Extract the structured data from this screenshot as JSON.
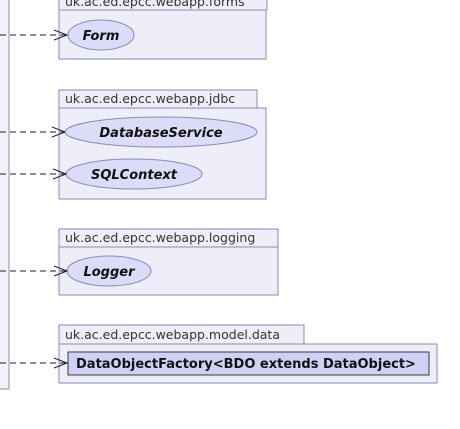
{
  "packages": [
    {
      "name": "uk.ac.ed.epcc.webapp.forms",
      "elements": [
        {
          "label": "Form",
          "kind": "interface"
        }
      ]
    },
    {
      "name": "uk.ac.ed.epcc.webapp.jdbc",
      "elements": [
        {
          "label": "DatabaseService",
          "kind": "interface"
        },
        {
          "label": "SQLContext",
          "kind": "interface"
        }
      ]
    },
    {
      "name": "uk.ac.ed.epcc.webapp.logging",
      "elements": [
        {
          "label": "Logger",
          "kind": "interface"
        }
      ]
    },
    {
      "name": "uk.ac.ed.epcc.webapp.model.data",
      "elements": [
        {
          "label": "DataObjectFactory<BDO extends DataObject>",
          "kind": "class"
        }
      ]
    }
  ],
  "colors": {
    "package_fill": "#eeeef9",
    "package_border": "#8a8ab4",
    "interface_fill": "#dcdcf8",
    "class_fill": "#d0d0f4",
    "dependency_line": "#222222"
  }
}
